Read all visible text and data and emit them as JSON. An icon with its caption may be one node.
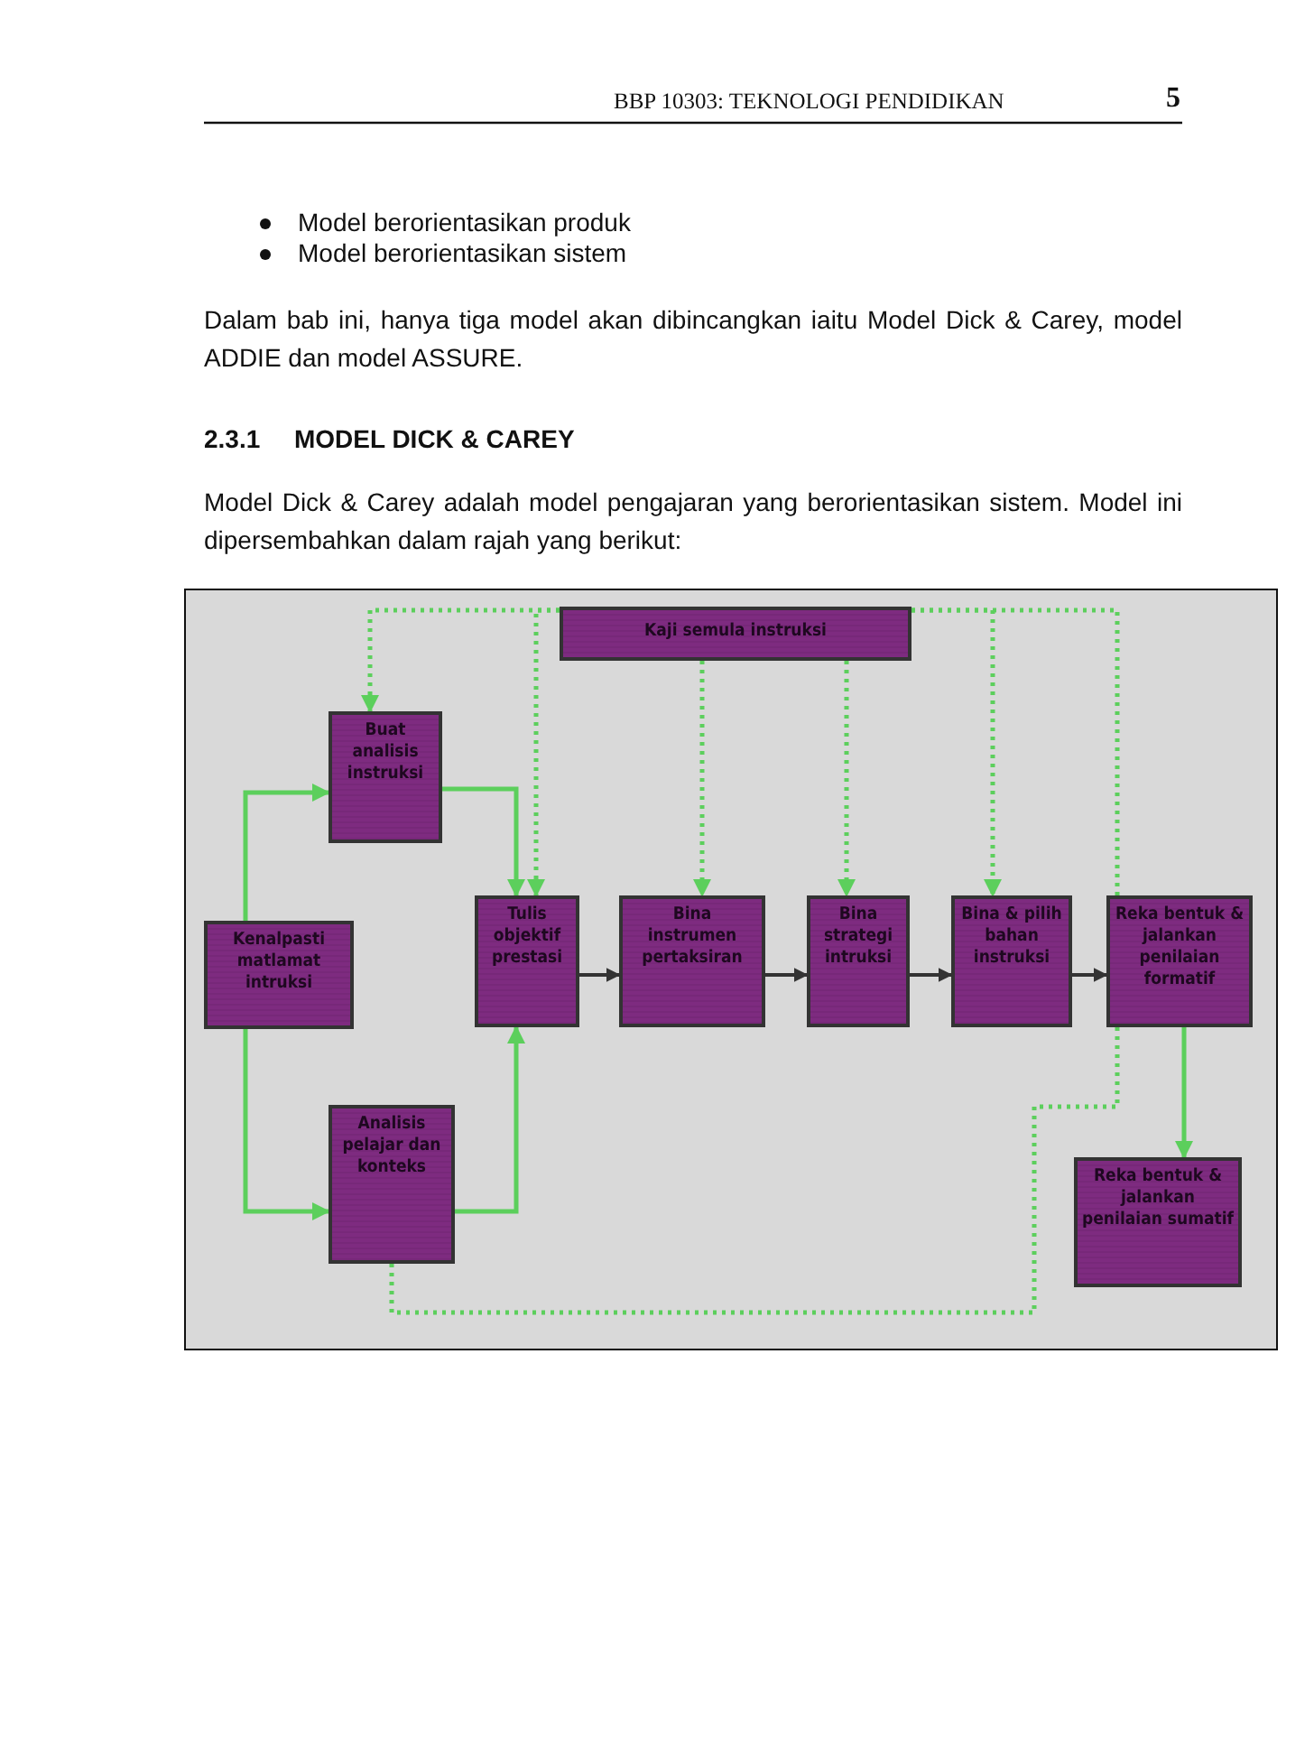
{
  "diagram": {
    "nodes": [
      {
        "text": [
          "Kaji semula instruksi"
        ]
      },
      {
        "text": [
          "Buat analisis instruksi"
        ]
      },
      {
        "text": [
          "Kenalpasti matlamat intruksi"
        ]
      },
      {
        "text": [
          "Tulis objektif prestasi"
        ]
      },
      {
        "text": [
          "Bina instrumen pertaksiran"
        ]
      },
      {
        "text": [
          "Bina strategi intruksi"
        ]
      },
      {
        "text": [
          "Bina & pilih bahan instruksi"
        ]
      },
      {
        "text": [
          "Reka bentuk & jalankan penilaian formatif"
        ]
      },
      {
        "text": [
          "Analisis pelajar dan konteks"
        ]
      },
      {
        "text": [
          "Reka bentuk & jalankan penilaian sumatif"
        ]
      }
    ],
    "edges": [
      {
        "from": 2,
        "to": 1,
        "arrow": "to"
      },
      {
        "from": 2,
        "to": 8,
        "arrow": "to"
      },
      {
        "from": 1,
        "to": 3,
        "arrow": "to"
      },
      {
        "from": 8,
        "to": 3,
        "arrow": "to"
      },
      {
        "from": 3,
        "to": 4,
        "arrow": "to",
        "color": "#333333"
      },
      {
        "from": 4,
        "to": 5,
        "arrow": "to",
        "color": "#333333"
      },
      {
        "from": 5,
        "to": 6,
        "arrow": "to",
        "color": "#333333"
      },
      {
        "from": 6,
        "to": 7,
        "arrow": "to",
        "color": "#333333"
      },
      {
        "from": 7,
        "to": 9,
        "arrow": "to"
      },
      {
        "from": 8,
        "to": 7,
        "arrow": "none",
        "style": "dashed"
      },
      {
        "from": 7,
        "to": 0,
        "arrow": "none",
        "style": "dashed"
      },
      {
        "from": 0,
        "to": 1,
        "arrow": "to",
        "style": "dashed"
      },
      {
        "from": 0,
        "to": 3,
        "arrow": "to",
        "style": "dashed"
      },
      {
        "from": 0,
        "to": 4,
        "arrow": "to",
        "style": "dashed"
      },
      {
        "from": 0,
        "to": 5,
        "arrow": "to",
        "style": "dashed"
      },
      {
        "from": 0,
        "to": 6,
        "arrow": "to",
        "style": "dashed"
      }
    ],
    "labels": [
      "BBP 10303: TEKNOLOGI PENDIDIKAN",
      "5",
      "Model berorientasikan produk",
      "Model berorientasikan sistem",
      "Dalam bab ini, hanya tiga model akan dibincangkan iaitu Model Dick & Carey, model ADDIE dan model ASSURE.",
      "2.3.1",
      "MODEL DICK & CAREY",
      "Model Dick & Carey adalah model pengajaran yang berorientasikan sistem. Model ini dipersembahkan dalam rajah yang berikut:"
    ]
  }
}
